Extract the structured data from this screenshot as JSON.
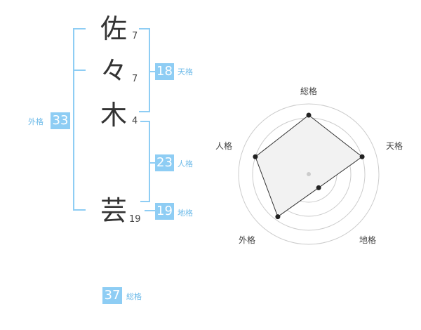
{
  "name": {
    "chars": [
      {
        "char": "佐",
        "strokes": "7"
      },
      {
        "char": "々",
        "strokes": "7"
      },
      {
        "char": "木",
        "strokes": "4"
      },
      {
        "char": "芸",
        "strokes": "19"
      }
    ]
  },
  "kaku": {
    "tenkaku": {
      "value": "18",
      "label": "天格"
    },
    "jinkaku": {
      "value": "23",
      "label": "人格"
    },
    "chikaku": {
      "value": "19",
      "label": "地格"
    },
    "gaikaku": {
      "value": "33",
      "label": "外格"
    },
    "soukaku": {
      "value": "37",
      "label": "総格"
    }
  },
  "radar": {
    "axes": [
      "総格",
      "天格",
      "地格",
      "外格",
      "人格"
    ],
    "values": [
      0.84,
      0.8,
      0.24,
      0.75,
      0.8
    ],
    "fill_color": "#f2f2f2",
    "line_color": "#333333",
    "grid_color": "#cccccc"
  },
  "colors": {
    "accent": "#8ecdf4",
    "label": "#6bb9e8"
  }
}
